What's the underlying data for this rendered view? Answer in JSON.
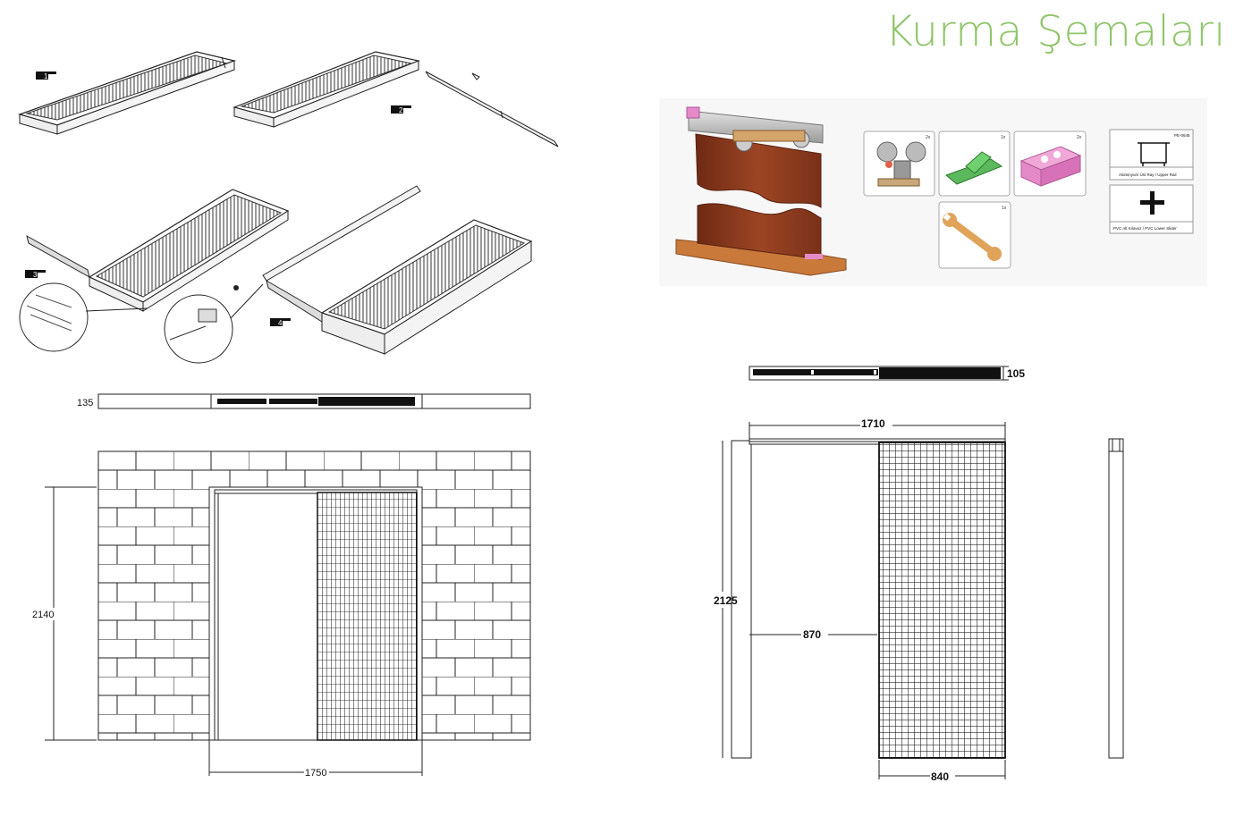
{
  "page": {
    "title": "Kurma Şemaları"
  },
  "steps": {
    "s1": "1",
    "s2": "2",
    "s3": "3",
    "s4": "4"
  },
  "parts": {
    "upper_rail_profile_code": "PE-0645",
    "upper_rail_label": "Alüminyum Üst Ray / Upper Rail",
    "lower_slider_label": "PVC Alt Kılavuz / PVC Lower Slider",
    "qty_a": "2x",
    "qty_b": "1x",
    "qty_c": "2x",
    "qty_d": "1x"
  },
  "dimensions": {
    "left_depth": "135",
    "left_height": "2140",
    "left_width": "1750",
    "right_depth": "105",
    "right_width": "1710",
    "right_height": "2125",
    "right_opening": "870",
    "right_door_width": "840"
  },
  "colors": {
    "title": "#8fc56b",
    "wood": "#8a3b1e",
    "wood_light": "#c97a3b",
    "pink": "#e58ac9",
    "green": "#5cb85c",
    "line": "#222222"
  },
  "icons": {
    "hand": "pointing-hand-icon",
    "rail": "rail-profile-icon",
    "slider": "cross-slider-icon",
    "roller": "roller-carriage-icon",
    "wrench": "wrench-icon"
  }
}
